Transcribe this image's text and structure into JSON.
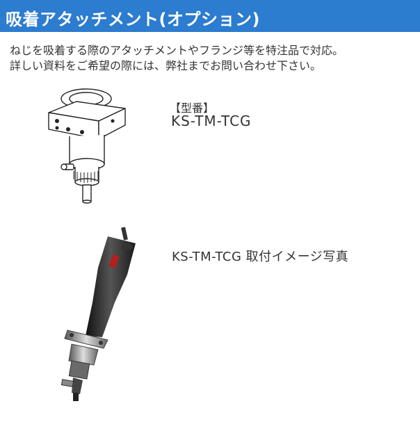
{
  "header": {
    "title": "吸着アタッチメント(オプション)"
  },
  "description": {
    "line1": "ねじを吸着する際のアタッチメントやフランジ等を特注品で対応。",
    "line2": "詳しい資料をご希望の際には、弊社までお問い合わせ下さい。"
  },
  "product": {
    "model_tag": "【型番】",
    "model_code": "KS-TM-TCG",
    "photo_caption": "KS-TM-TCG 取付イメージ写真"
  },
  "colors": {
    "header_bg": "#2c7ccf",
    "header_text": "#ffffff",
    "body_text": "#333333"
  }
}
